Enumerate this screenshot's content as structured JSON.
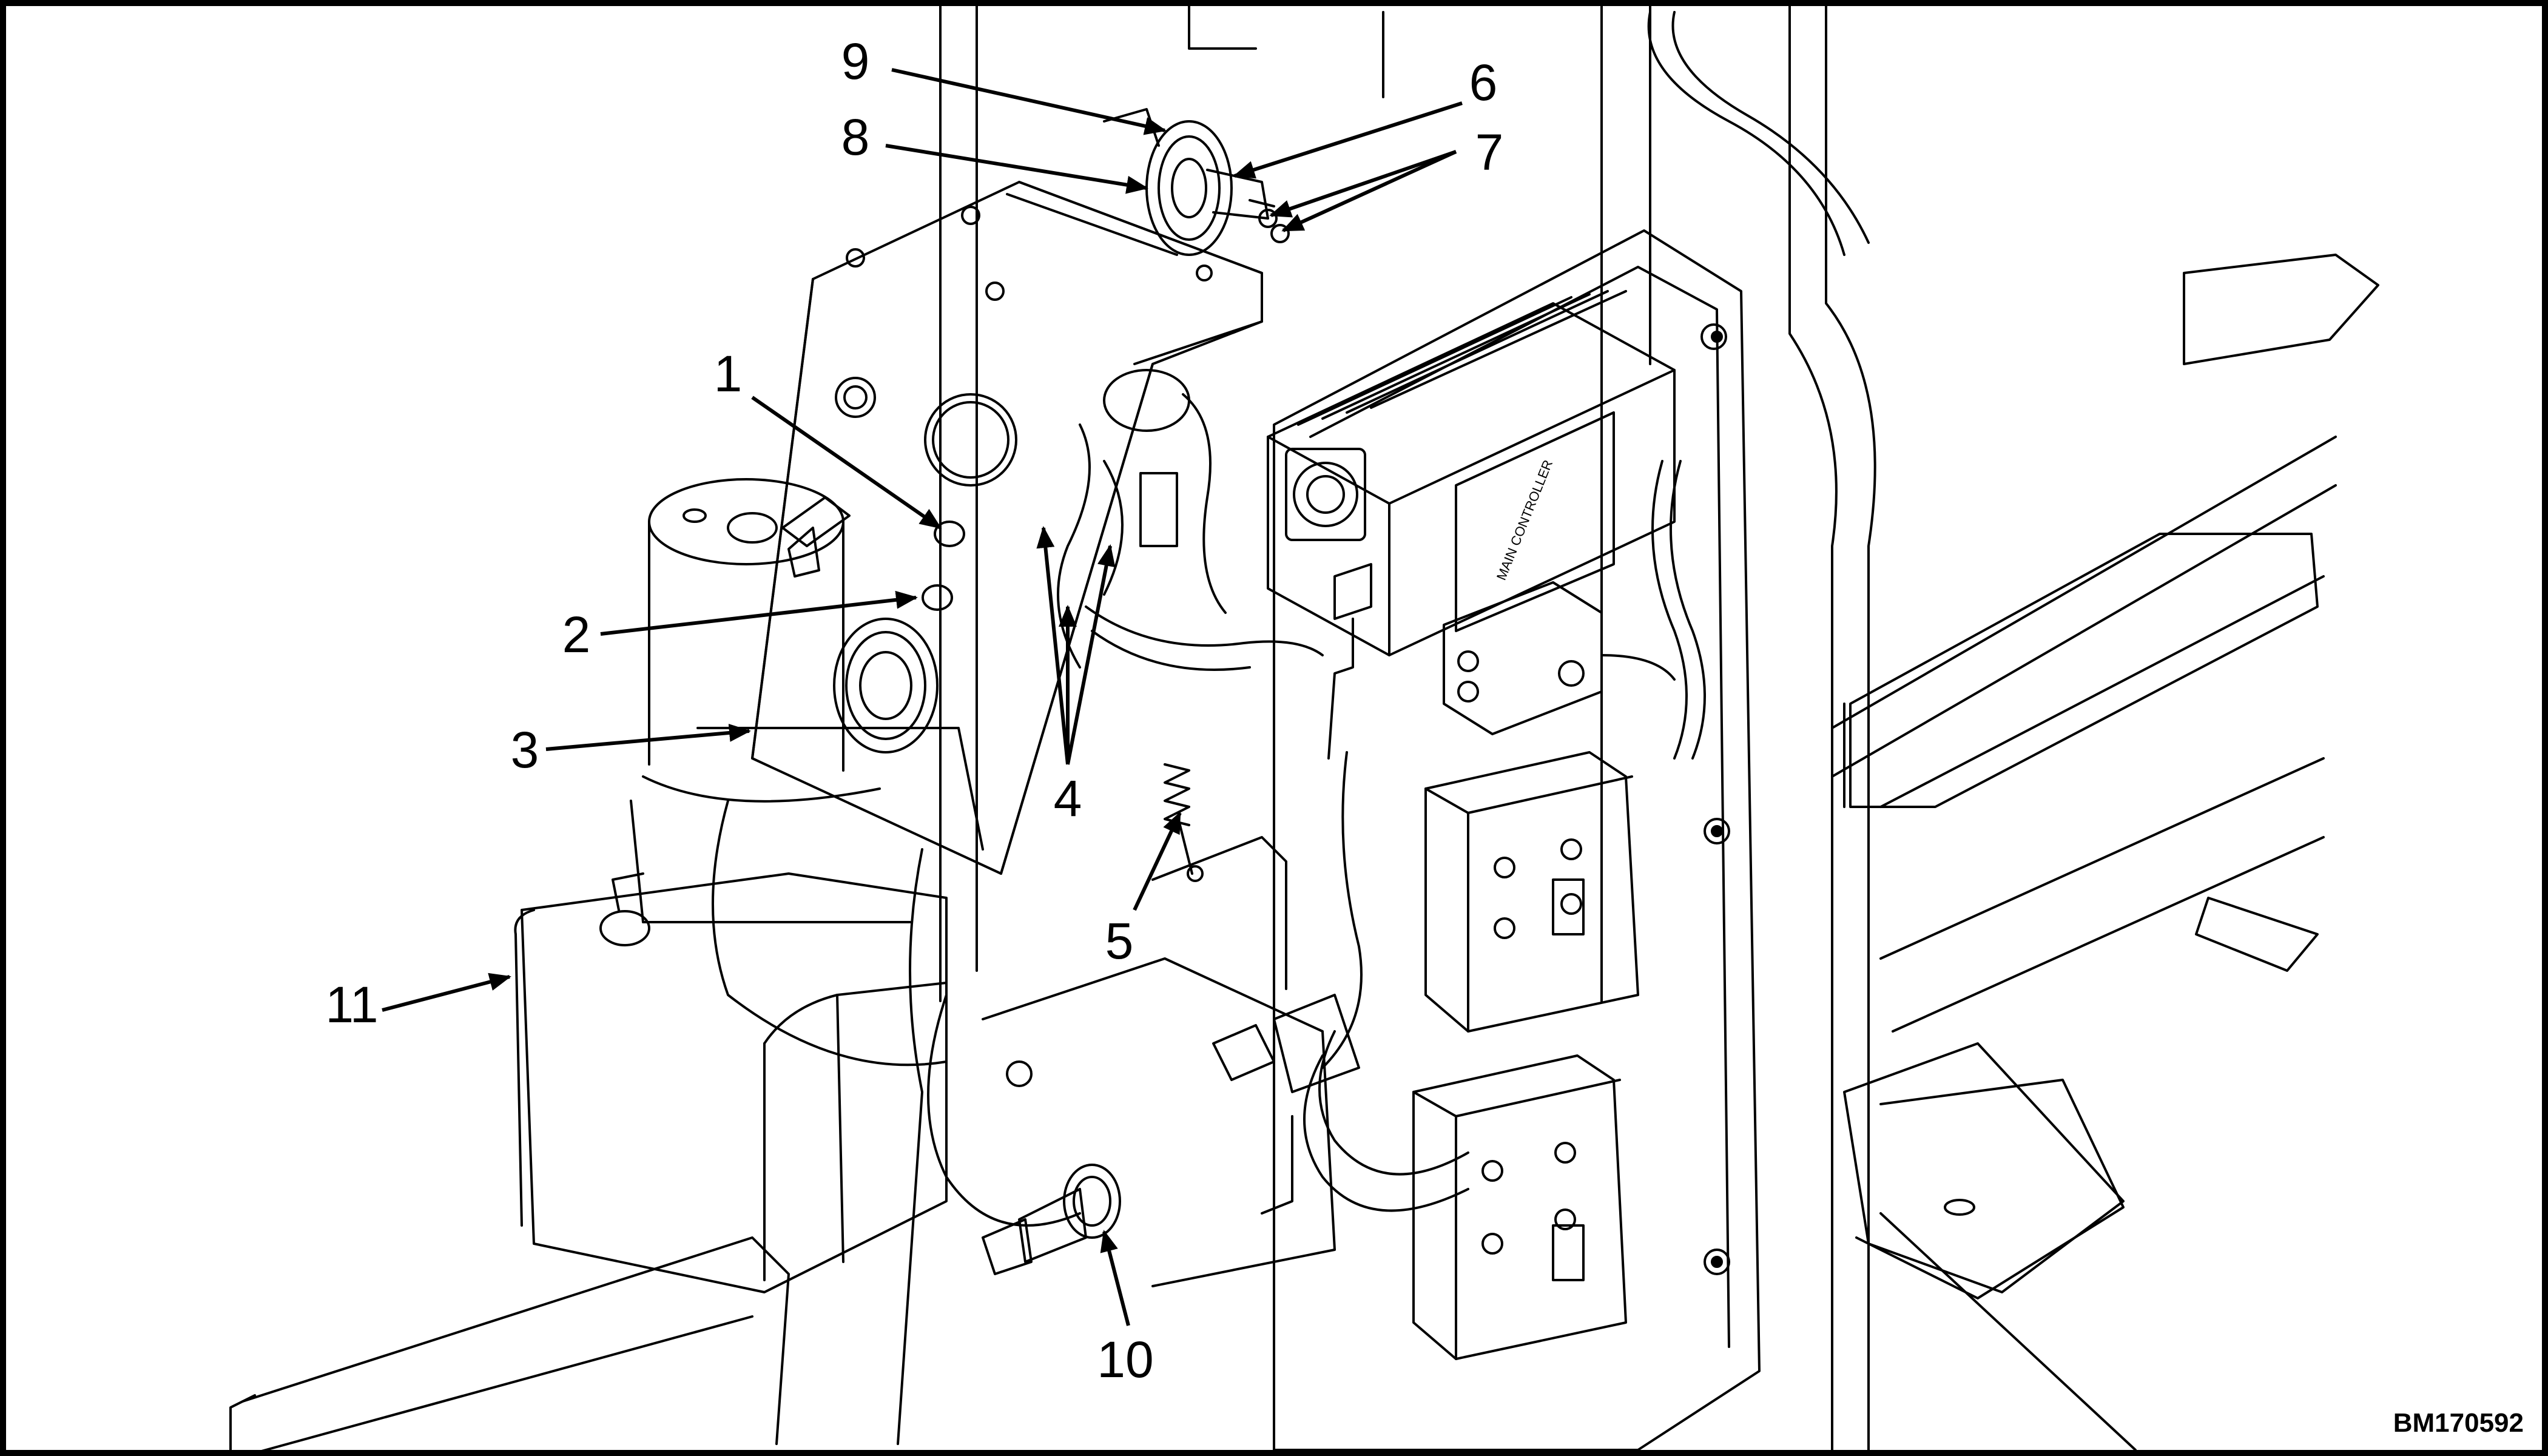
{
  "figure": {
    "id": "BM170592",
    "callouts": [
      "1",
      "2",
      "3",
      "4",
      "5",
      "6",
      "7",
      "8",
      "9",
      "10",
      "11"
    ],
    "panel_text": "MAIN CONTROLLER"
  },
  "colors": {
    "ink": "#000000",
    "paper": "#ffffff"
  }
}
